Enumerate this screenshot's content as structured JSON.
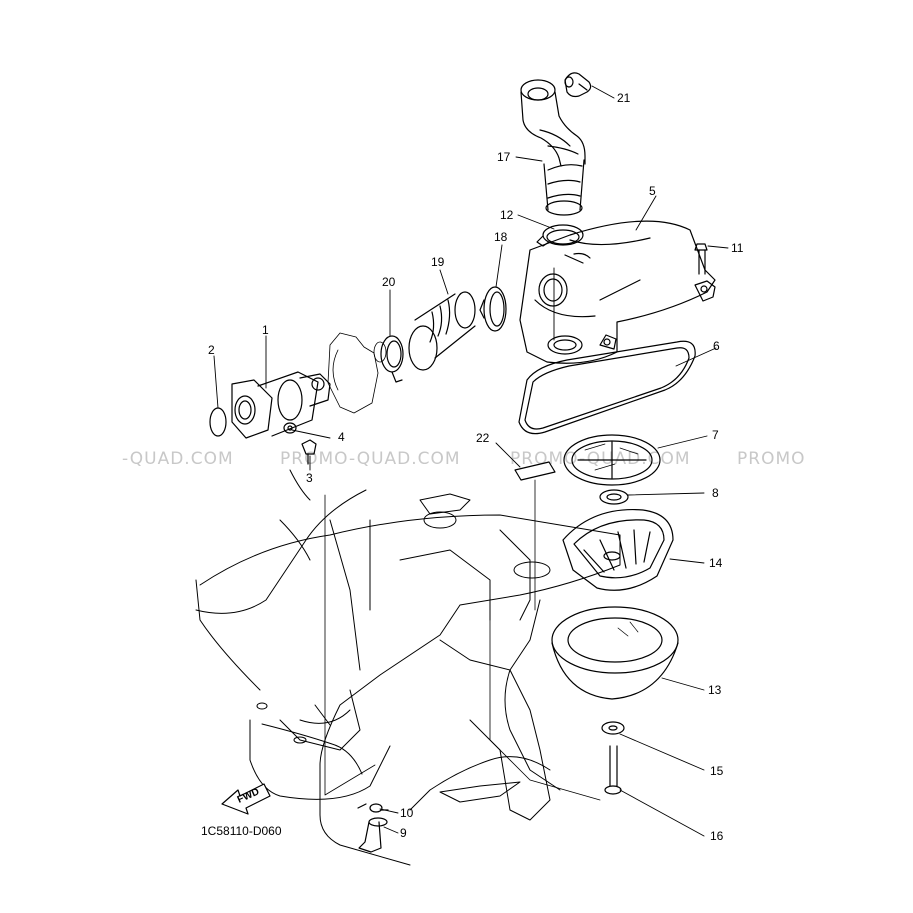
{
  "diagram_code": "1C58110-D060",
  "fwd_label": "FWD",
  "watermark_text": [
    "-QUAD.COM",
    "PROMO-QUAD.COM",
    "PROMO-QUAD.COM",
    "PROMO"
  ],
  "callouts": [
    "1",
    "2",
    "3",
    "4",
    "5",
    "6",
    "7",
    "8",
    "9",
    "10",
    "11",
    "12",
    "13",
    "14",
    "15",
    "16",
    "17",
    "18",
    "19",
    "20",
    "21",
    "22"
  ],
  "line_color": "#000000",
  "watermark_color": "#c8c8c8"
}
